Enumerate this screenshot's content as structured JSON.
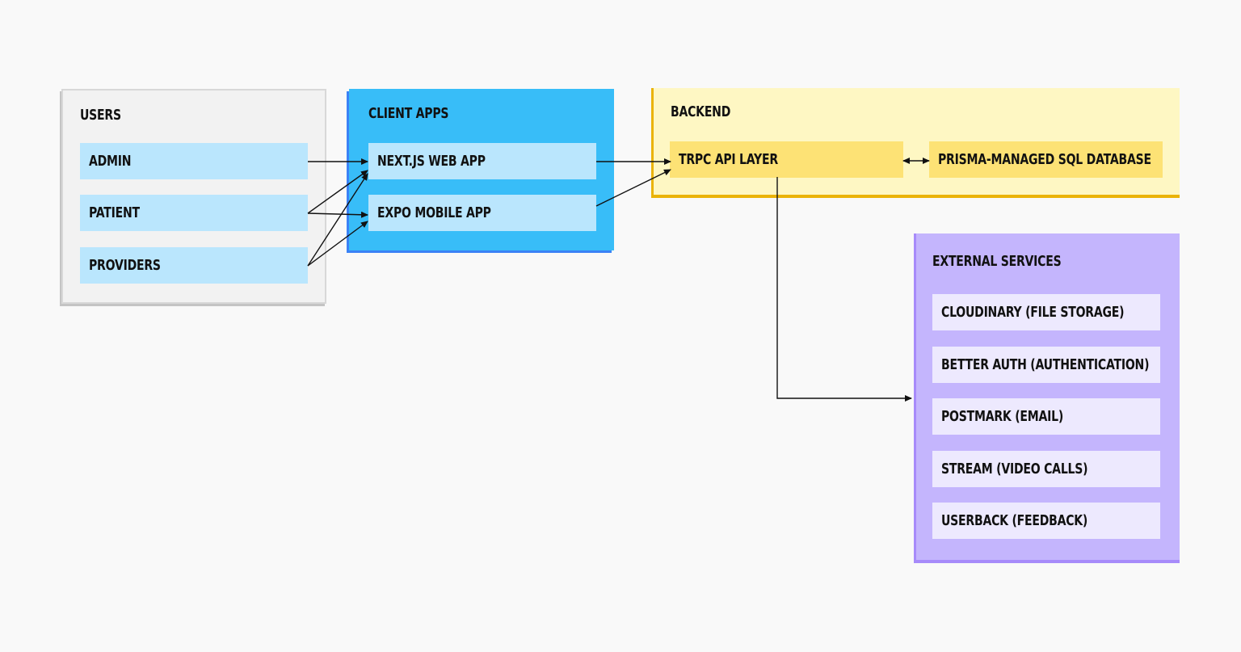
{
  "groups": {
    "users": {
      "title": "USERS",
      "items": [
        "ADMIN",
        "PATIENT",
        "PROVIDERS"
      ]
    },
    "client": {
      "title": "CLIENT APPS",
      "items": [
        "NEXT.JS WEB APP",
        "EXPO MOBILE APP"
      ]
    },
    "backend": {
      "title": "BACKEND",
      "items": [
        "TRPC API LAYER",
        "PRISMA-MANAGED SQL DATABASE"
      ]
    },
    "external": {
      "title": "EXTERNAL SERVICES",
      "items": [
        "CLOUDINARY (FILE STORAGE)",
        "BETTER AUTH (AUTHENTICATION)",
        "POSTMARK (EMAIL)",
        "STREAM (VIDEO CALLS)",
        "USERBACK (FEEDBACK)"
      ]
    }
  },
  "colors": {
    "users_bg": "#f2f2f2",
    "users_node": "#bae6fd",
    "client_bg": "#38bdf8",
    "client_shadow": "#3b82f6",
    "backend_bg": "#fef7c3",
    "backend_border": "#eab308",
    "backend_node": "#fde275",
    "external_bg": "#c4b5fd",
    "external_border": "#a78bfa",
    "external_node": "#ede9fe",
    "arrow": "#111111"
  }
}
